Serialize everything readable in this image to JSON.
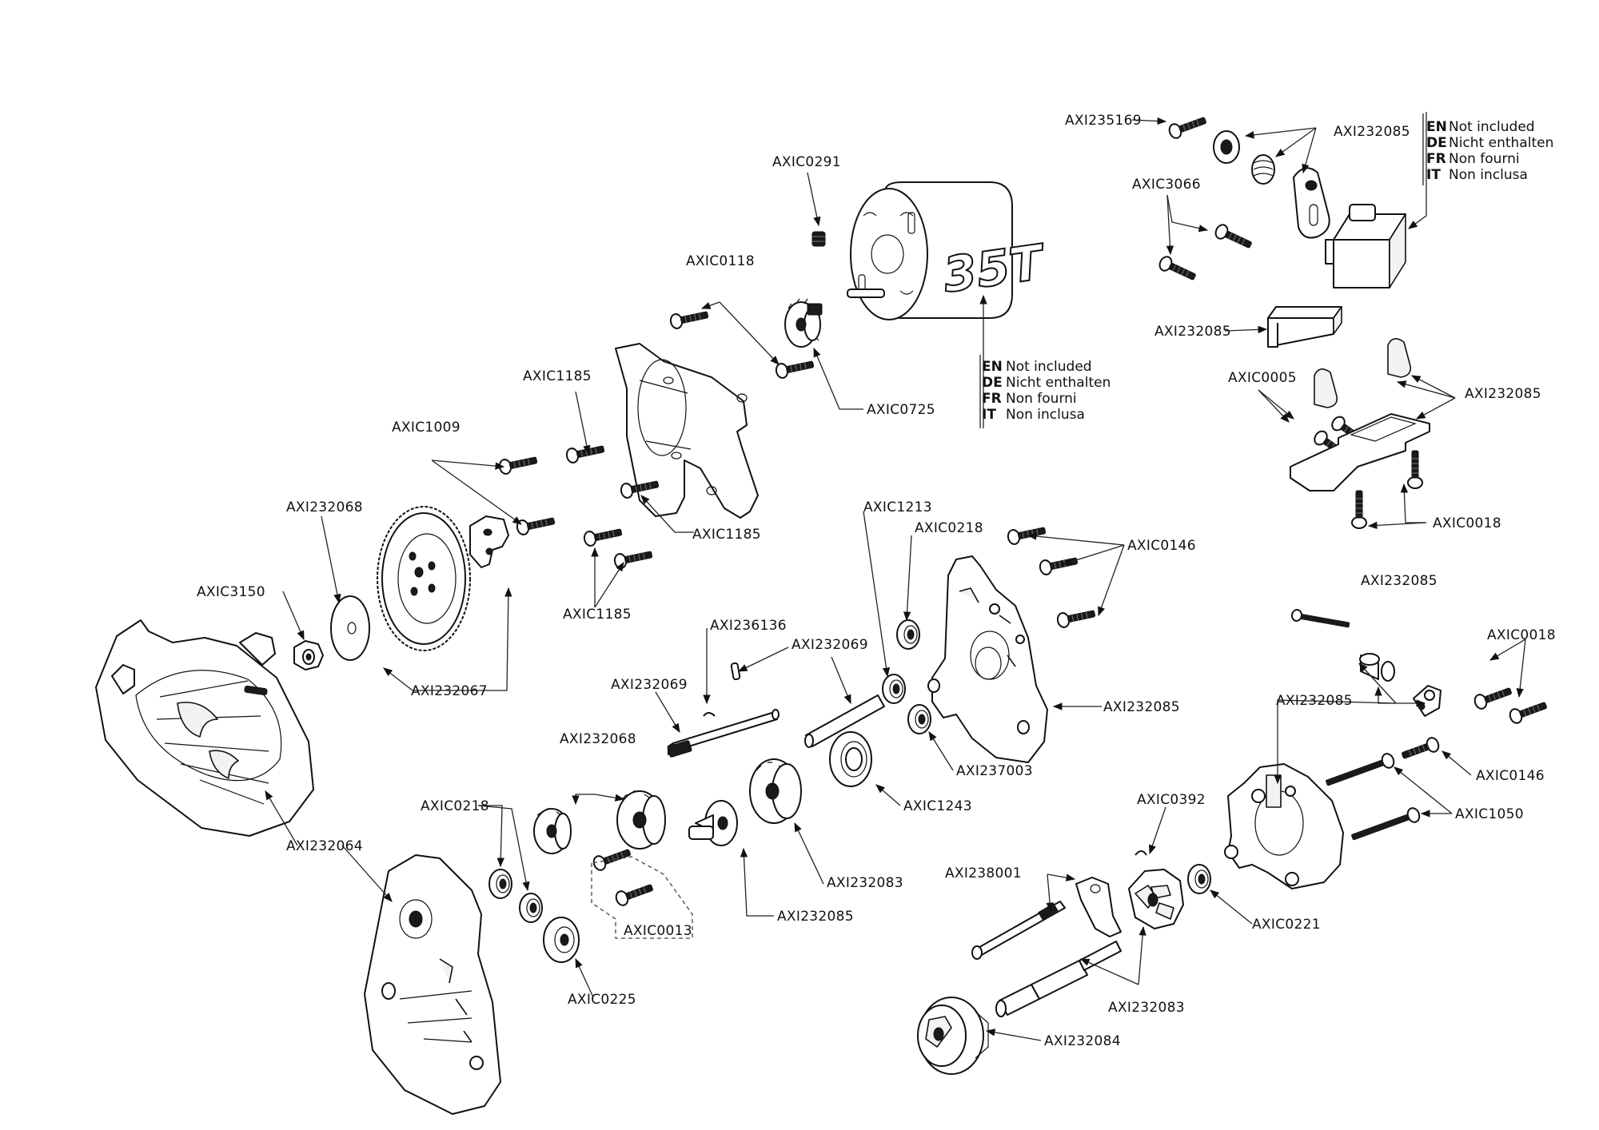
{
  "labels": {
    "l01": "AXI235169",
    "l02": "AXI232085",
    "l03": "AXIC3066",
    "l04": "AXI232085",
    "l05": "AXIC0005",
    "l06": "AXI232085",
    "l07": "AXIC0018",
    "l08": "AXIC0291",
    "l09": "AXIC0118",
    "l10": "AXIC0725",
    "l11": "AXIC1185",
    "l12": "AXIC1009",
    "l13": "AXIC1185",
    "l14": "AXIC1185",
    "l15": "AXI232068",
    "l16": "AXIC3150",
    "l17": "AXI232067",
    "l18": "AXIC1213",
    "l19": "AXIC0218",
    "l20": "AXIC0146",
    "l21": "AXI232085",
    "l22": "AXI236136",
    "l23": "AXI232069",
    "l24": "AXI232069",
    "l25": "AXI237003",
    "l26": "AXI232068",
    "l27": "AXIC1243",
    "l28": "AXIC0218",
    "l29": "AXI232064",
    "l30": "AXI232083",
    "l31": "AXI232085",
    "l32": "AXIC0013",
    "l33": "AXIC0225",
    "l34": "AXI232085",
    "l35": "AXIC0018",
    "l36": "AXI232085",
    "l37": "AXIC0146",
    "l38": "AXIC1050",
    "l39": "AXIC0392",
    "l40": "AXI238001",
    "l41": "AXIC0221",
    "l42": "AXI232083",
    "l43": "AXI232084"
  },
  "notes": {
    "servo": {
      "en_code": "EN",
      "en_text": "Not included",
      "de_code": "DE",
      "de_text": "Nicht enthalten",
      "fr_code": "FR",
      "fr_text": "Non fourni",
      "it_code": "IT",
      "it_text": "Non inclusa"
    },
    "motor": {
      "en_code": "EN",
      "en_text": "Not included",
      "de_code": "DE",
      "de_text": "Nicht enthalten",
      "fr_code": "FR",
      "fr_text": "Non fourni",
      "it_code": "IT",
      "it_text": "Non inclusa"
    }
  },
  "motor_mark": "35T"
}
